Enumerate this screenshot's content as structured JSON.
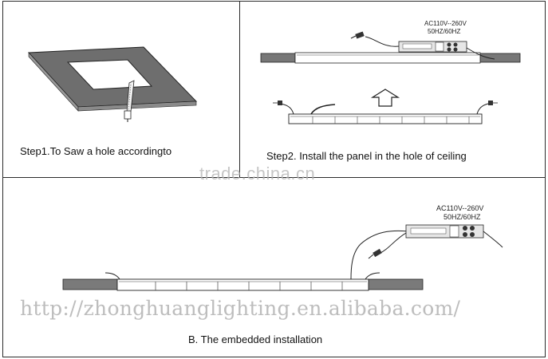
{
  "steps": {
    "step1": "Step1.To Saw a hole accordingto",
    "step2": "Step2. Install the panel in the hole of ceiling",
    "section_b": "B. The embedded installation"
  },
  "driver_label_top": {
    "voltage": "AC110V--260V",
    "frequency": "50HZ/60HZ"
  },
  "driver_label_bottom": {
    "voltage": "AC110V--260V",
    "frequency": "50HZ/60HZ"
  },
  "watermarks": {
    "trade": "trade.china.cn",
    "url": "http://zhonghuanglighting.en.alibaba.com/"
  }
}
